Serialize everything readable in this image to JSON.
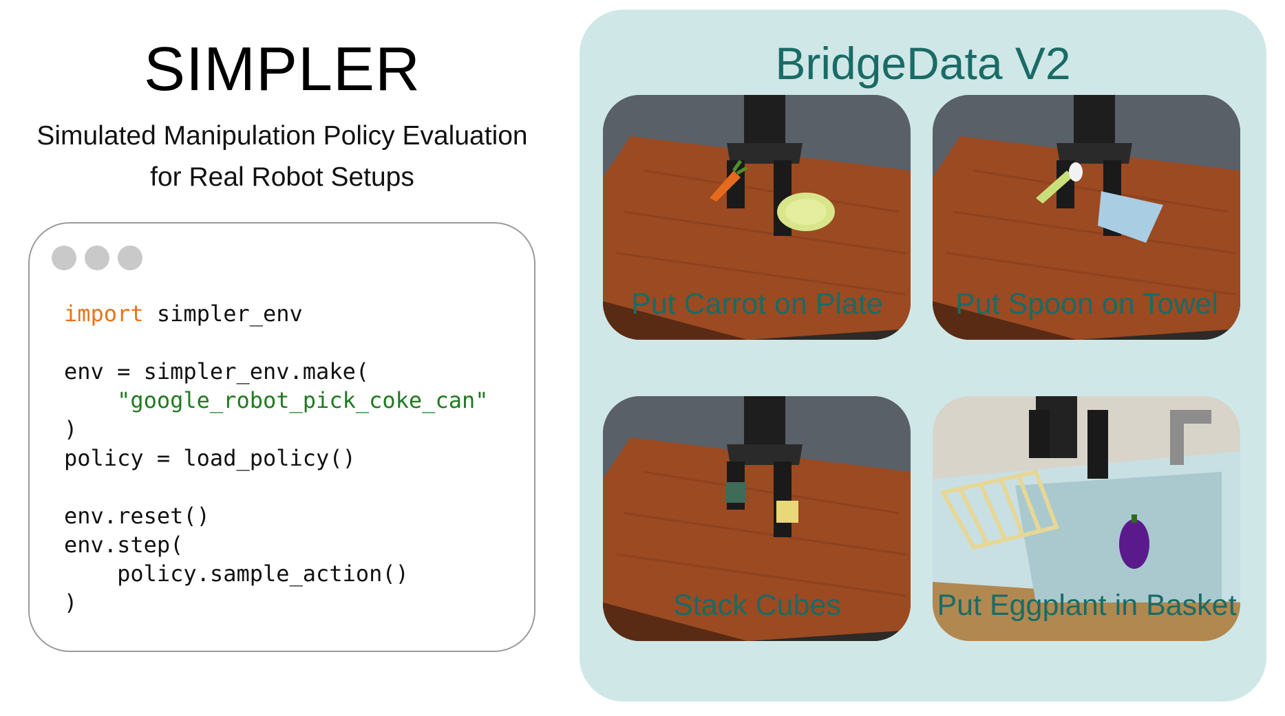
{
  "header": {
    "title": "SIMPLER",
    "subtitle_line1": "Simulated Manipulation Policy Evaluation",
    "subtitle_line2": "for Real Robot Setups"
  },
  "code": {
    "lines": [
      {
        "segments": [
          {
            "text": "import",
            "kind": "keyword"
          },
          {
            "text": " simpler_env",
            "kind": "plain"
          }
        ]
      },
      {
        "segments": []
      },
      {
        "segments": [
          {
            "text": "env = simpler_env.make(",
            "kind": "plain"
          }
        ]
      },
      {
        "segments": [
          {
            "text": "    ",
            "kind": "plain"
          },
          {
            "text": "\"google_robot_pick_coke_can\"",
            "kind": "string"
          }
        ]
      },
      {
        "segments": [
          {
            "text": ")",
            "kind": "plain"
          }
        ]
      },
      {
        "segments": [
          {
            "text": "policy = load_policy()",
            "kind": "plain"
          }
        ]
      },
      {
        "segments": []
      },
      {
        "segments": [
          {
            "text": "env.reset()",
            "kind": "plain"
          }
        ]
      },
      {
        "segments": [
          {
            "text": "env.step(",
            "kind": "plain"
          }
        ]
      },
      {
        "segments": [
          {
            "text": "    policy.sample_action()",
            "kind": "plain"
          }
        ]
      },
      {
        "segments": [
          {
            "text": ")",
            "kind": "plain"
          }
        ]
      }
    ]
  },
  "panel": {
    "title": "BridgeData V2",
    "tasks": [
      {
        "caption": "Put Carrot on Plate",
        "scene": "carrot-plate"
      },
      {
        "caption": "Put Spoon on Towel",
        "scene": "spoon-towel"
      },
      {
        "caption": "Stack Cubes",
        "scene": "stack-cubes"
      },
      {
        "caption": "Put Eggplant in Basket",
        "scene": "eggplant-basket"
      }
    ]
  },
  "colors": {
    "panel_bg": "#cfe7e7",
    "accent_text": "#1a6b66",
    "code_keyword": "#e8731a",
    "code_string": "#1f7a1f"
  }
}
